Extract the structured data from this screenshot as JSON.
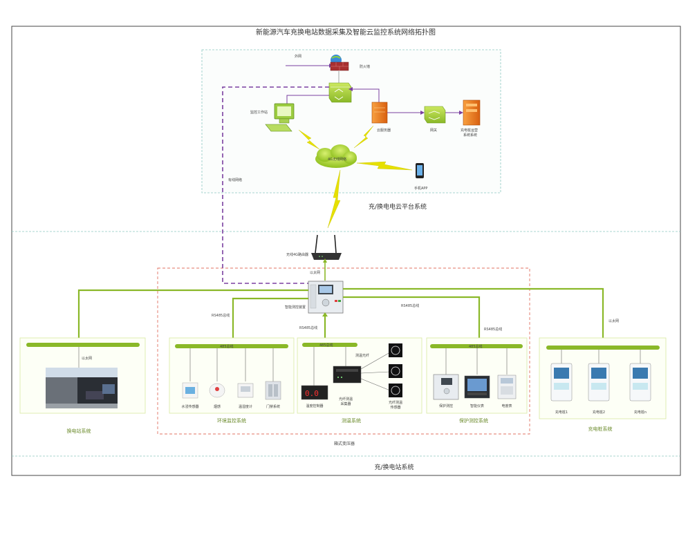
{
  "title": "新能源汽车充换电站数据采集及智能云监控系统网络拓扑图",
  "cloud": {
    "region_label": "充/换电电云平台系统",
    "external_net": "外网",
    "firewall": "防火墙",
    "monitor_station": "监控工作站",
    "cloud_server": "云服务器",
    "gateway": "网关",
    "charging_ops": "充电桩运营\n系统系统",
    "wireless_net": "4G无线网络",
    "mobile_app": "手机APP",
    "wired_net": "有线网络"
  },
  "router": {
    "label": "无线4G路由器",
    "ethernet": "以太网"
  },
  "controller": {
    "label": "智能测控装置"
  },
  "bus_labels": {
    "rs485_left": "RS485总线",
    "rs485_mid": "RS485总线",
    "rs485_right_top": "RS485总线",
    "rs485_right": "RS485总线",
    "ethernet_right": "以太网",
    "ethernet_left": "以太网"
  },
  "bus_bar_labels": {
    "env": "485总线",
    "temp": "485总线",
    "prot": "485总线"
  },
  "groups": {
    "swap_station": {
      "title": "换电站系统"
    },
    "env_monitor": {
      "title": "环境监控系统",
      "devices": [
        "水浸传感器",
        "烟感",
        "温湿度计",
        "门禁系统"
      ]
    },
    "temp_measure": {
      "title": "测温系统",
      "devices": [
        "温度控制器",
        "光纤测温\n采集器",
        "光纤测温\n传感器",
        "测温光纤"
      ]
    },
    "protection": {
      "title": "保护测控系统",
      "devices": [
        "保护测控",
        "智能仪表",
        "电度表"
      ]
    },
    "chargers": {
      "title": "充电桩系统",
      "devices": [
        "充电桩1",
        "充电桩2",
        "充电桩n"
      ]
    }
  },
  "substation_label": "箱式变压器",
  "footer": "充/换电站系统",
  "colors": {
    "bus": "#8ab828",
    "wired": "#7a3fa0",
    "bolt": "#e6e000",
    "dashed_red": "#e07060",
    "dashed_teal": "#8cc8c0"
  }
}
